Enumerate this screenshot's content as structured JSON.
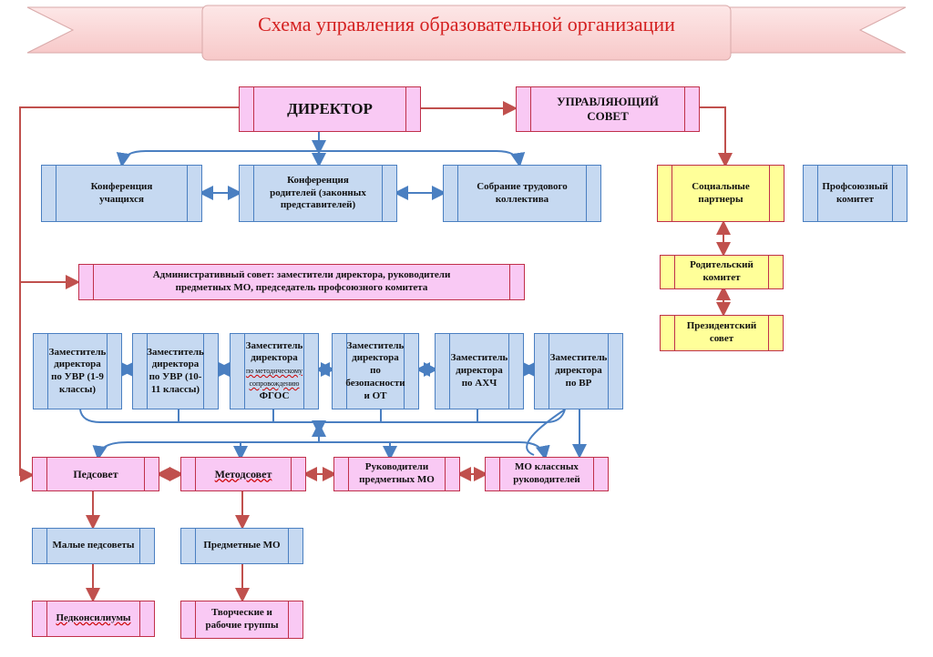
{
  "title": "Схема управления образовательной организации",
  "nodes": {
    "director": "ДИРЕКТОР",
    "council": "УПРАВЛЯЮЩИЙ\nСОВЕТ",
    "conf_students": "Конференция\nучащихся",
    "conf_parents": "Конференция\nродителей (законных\nпредставителей)",
    "labor_meeting": "Собрание трудового\nколлектива",
    "social_partners": "Социальные\nпартнеры",
    "union_committee": "Профсоюзный\nкомитет",
    "parent_committee": "Родительский\nкомитет",
    "president_council": "Президентский\nсовет",
    "admin_council": "Административный совет: заместители директора, руководители\nпредметных МО, председатель профсоюзного комитета",
    "dep_uvr_1_9": "Заместитель\nдиректора\nпо УВР (1-9\nклассы)",
    "dep_uvr_10_11": "Заместитель\nдиректора\nпо УВР (10-\n11 классы)",
    "dep_method_title": "Заместитель\nдиректора",
    "dep_method_small": "по методическому\nсопровождению",
    "dep_method_tail": "ФГОС",
    "dep_safety": "Заместитель\nдиректора\nпо\nбезопасности\nи ОТ",
    "dep_ahch": "Заместитель\nдиректора\nпо АХЧ",
    "dep_vr": "Заместитель\nдиректора\nпо ВР",
    "ped_council": "Педсовет",
    "method_council": "Методсовет",
    "subject_heads": "Руководители\nпредметных МО",
    "mo_class": "МО классных\nруководителей",
    "small_ped": "Малые педсоветы",
    "subject_mo": "Предметные МО",
    "ped_consilium": "Педконсилиумы",
    "creative_groups": "Творческие и\nрабочие группы"
  }
}
